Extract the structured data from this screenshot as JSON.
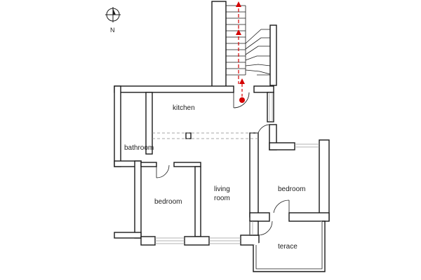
{
  "compass": {
    "label": "N"
  },
  "rooms": {
    "kitchen": "kitchen",
    "bathroom": "bathroom",
    "bedroom_left": "bedroom",
    "living_line1": "living",
    "living_line2": "room",
    "bedroom_right": "bedroom",
    "terrace": "terace"
  },
  "colors": {
    "wall_stroke": "#1a1a1a",
    "route_red": "#d40000",
    "glazing": "#9a9a9a"
  }
}
